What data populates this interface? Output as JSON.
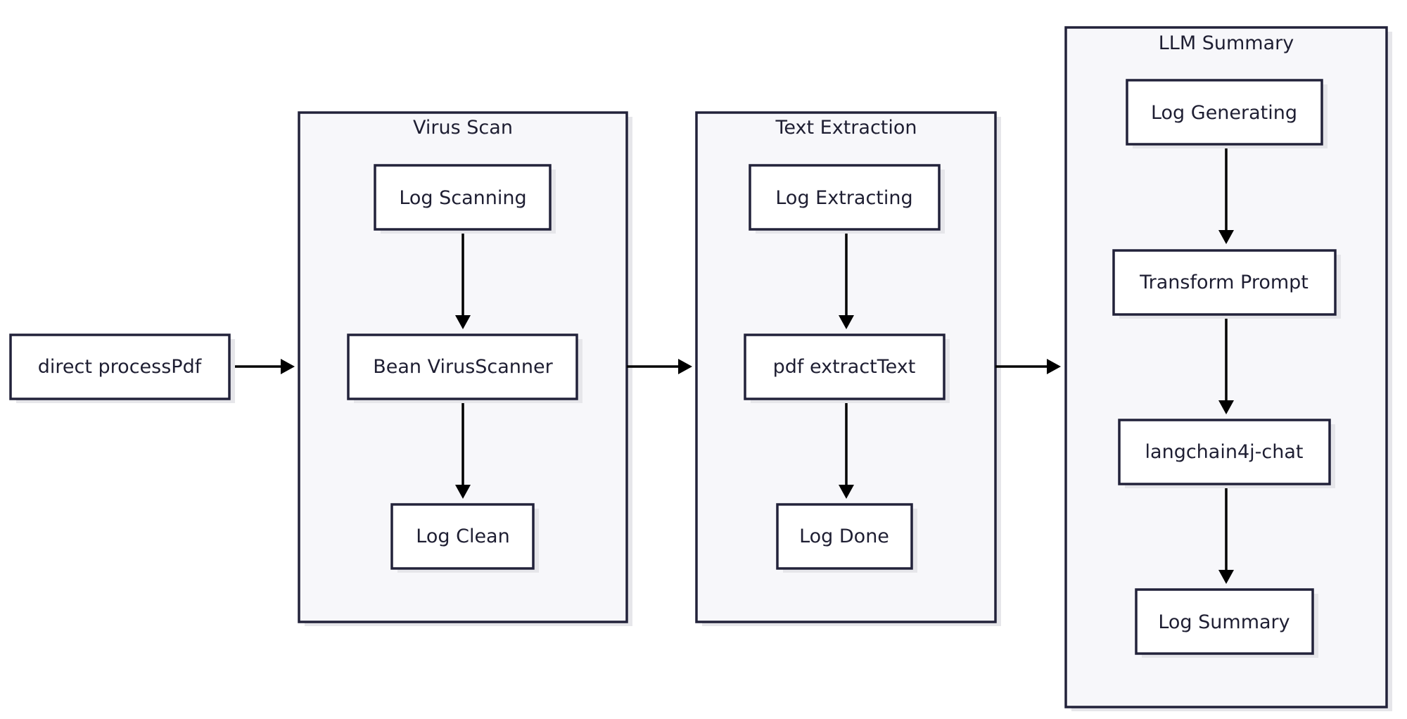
{
  "colors": {
    "group_fill": "#f7f7fa",
    "node_fill": "#ffffff",
    "stroke": "#22223a",
    "text": "#1e1e32",
    "edge": "#000000"
  },
  "start": {
    "label": "direct processPdf"
  },
  "groups": {
    "virus_scan": {
      "title": "Virus Scan",
      "nodes": {
        "log_scanning": "Log Scanning",
        "bean_virus_scanner": "Bean VirusScanner",
        "log_clean": "Log Clean"
      }
    },
    "text_extraction": {
      "title": "Text Extraction",
      "nodes": {
        "log_extracting": "Log Extracting",
        "pdf_extract_text": "pdf extractText",
        "log_done": "Log Done"
      }
    },
    "llm_summary": {
      "title": "LLM Summary",
      "nodes": {
        "log_generating": "Log Generating",
        "transform_prompt": "Transform Prompt",
        "langchain4j_chat": "langchain4j-chat",
        "log_summary": "Log Summary"
      }
    }
  }
}
